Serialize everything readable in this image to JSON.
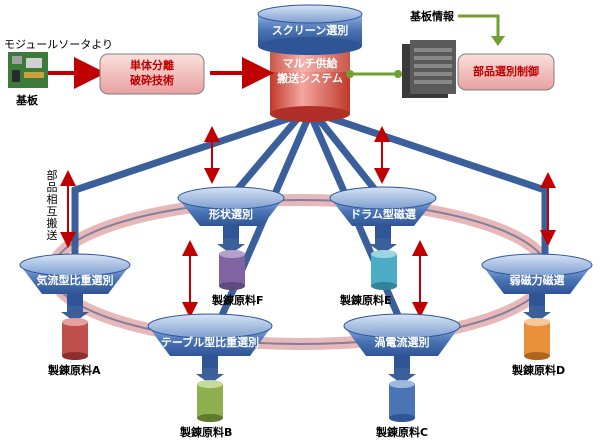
{
  "source_label": "モジュールソータより",
  "substrate_label": "基板",
  "separation_box": {
    "line1": "単体分離",
    "line2": "破砕技術"
  },
  "screen_select": "スクリーン選別",
  "multi_feed": {
    "line1": "マルチ供給",
    "line2": "搬送システム"
  },
  "board_info": "基板情報",
  "parts_control": "部品選別制御",
  "mutual_transport": "部品相互搬送",
  "stations": {
    "shape": "形状選別",
    "drum": "ドラム型磁選",
    "airflow": "気流型比重選別",
    "weak_mag": "弱磁力磁選",
    "table": "テーブル型比重選別",
    "eddy": "渦電流選別"
  },
  "materials": {
    "A": "製錬原料A",
    "B": "製錬原料B",
    "C": "製錬原料C",
    "D": "製錬原料D",
    "E": "製錬原料E",
    "F": "製錬原料F"
  },
  "colors": {
    "pipe": "#3a5f9a",
    "station": "#4a74b4",
    "arrow_red": "#c00000",
    "control_box": "#e8a0a0",
    "green": "#70a030",
    "drum_A": "#c0504d",
    "drum_B": "#8fb050",
    "drum_C": "#4a74b4",
    "drum_D": "#e8903a",
    "drum_E": "#4bacc6",
    "drum_F": "#8064a2"
  }
}
